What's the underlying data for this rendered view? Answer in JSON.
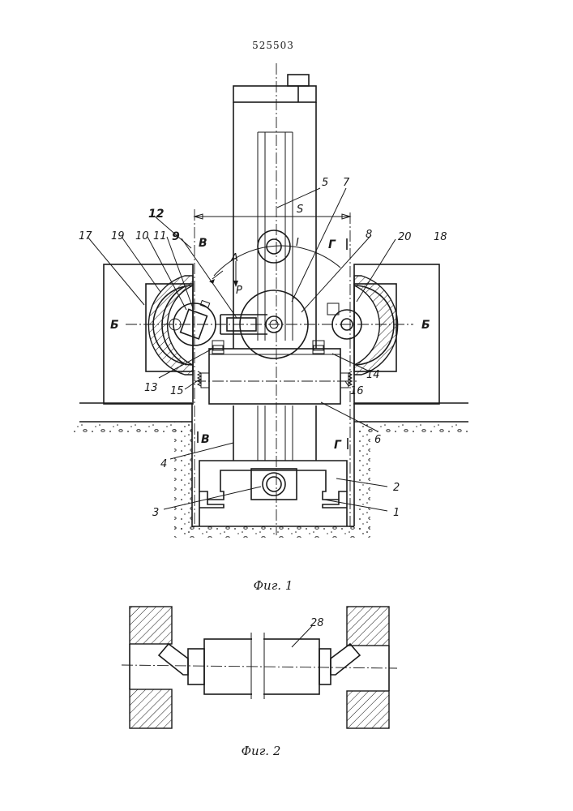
{
  "header": {
    "patent_number": "525503"
  },
  "figure1": {
    "caption": "Фиг. 1",
    "labels": {
      "l1": "1",
      "l2": "2",
      "l3": "3",
      "l4": "4",
      "l5": "5",
      "l6": "6",
      "l7": "7",
      "l8": "8",
      "l9": "9",
      "l10": "10",
      "l11": "11",
      "l12": "12",
      "l13": "13",
      "l14": "14",
      "l15": "15",
      "l16": "16",
      "l17": "17",
      "l18": "18",
      "l19": "19",
      "l20": "20"
    },
    "letters": {
      "S": "S",
      "I": "I",
      "A": "A",
      "P": "P",
      "B_left": "Б",
      "B_right": "Б",
      "V_top": "В",
      "G_top": "Г",
      "V_bottom": "В",
      "G_bottom": "Г"
    }
  },
  "figure2": {
    "caption": "Фиг. 2",
    "labels": {
      "l28": "28"
    }
  }
}
